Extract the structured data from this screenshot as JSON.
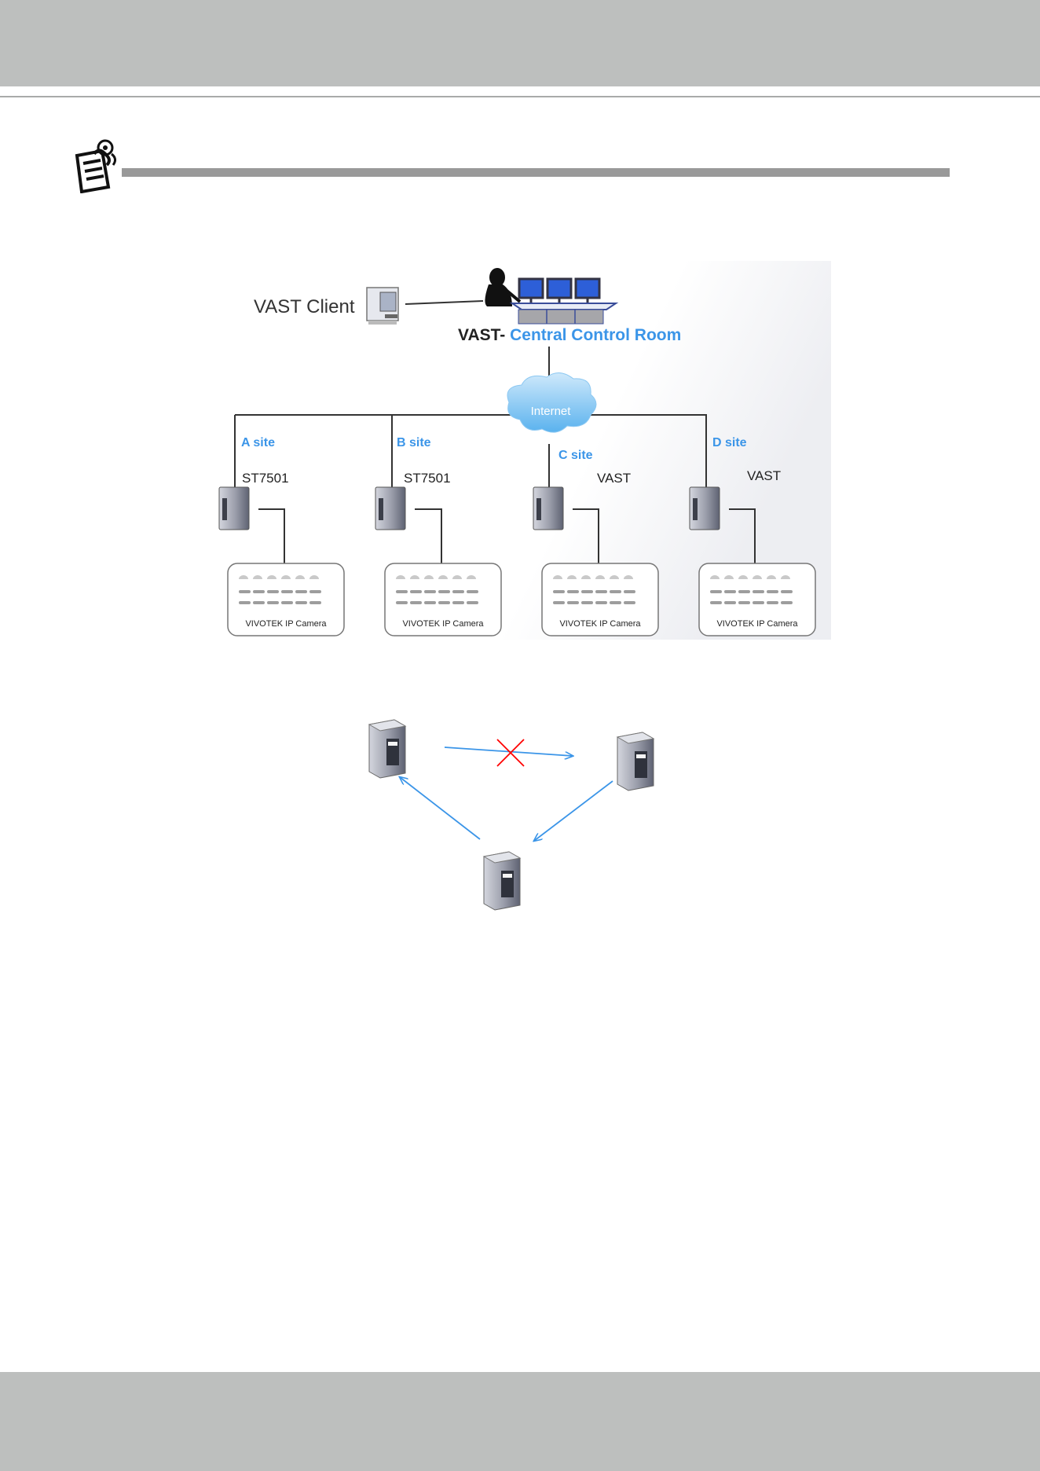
{
  "network": {
    "client_label": "VAST Client",
    "central_prefix": "VAST- ",
    "central_suffix": "Central Control Room",
    "internet_label": "Internet",
    "sites": [
      {
        "name": "A site",
        "server": "ST7501",
        "camera_label": "VIVOTEK IP Camera"
      },
      {
        "name": "B site",
        "server": "ST7501",
        "camera_label": "VIVOTEK IP Camera"
      },
      {
        "name": "C site",
        "server": "VAST",
        "camera_label": "VIVOTEK IP Camera"
      },
      {
        "name": "D site",
        "server": "VAST",
        "camera_label": "VIVOTEK IP Camera"
      }
    ]
  },
  "colors": {
    "accent_blue": "#3b95e8",
    "header_gray": "#bdbfbe",
    "blocked_red": "#ff0000"
  },
  "icons": [
    "note-icon",
    "server-icon",
    "workstation-icon",
    "operator-icon",
    "monitor-icon",
    "cloud-icon",
    "camera-icon"
  ]
}
